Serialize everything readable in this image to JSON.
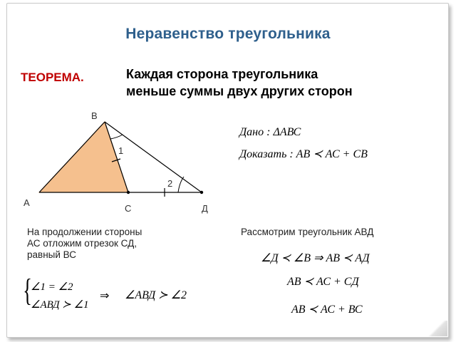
{
  "slide": {
    "title": "Неравенство треугольника",
    "theorem_label": "ТЕОРЕМА.",
    "theorem_line1": "Каждая сторона треугольника",
    "theorem_line2": "меньше суммы двух других сторон"
  },
  "figure": {
    "points": {
      "B": "В",
      "A": "А",
      "C": "С",
      "D": "Д"
    },
    "angle_labels": {
      "angle1": "1",
      "angle2": "2"
    },
    "colors": {
      "fill": "#f5c08e",
      "fill_edge": "#e8a566",
      "line": "#000000"
    }
  },
  "given": {
    "dano": "Дано : ΔАВС",
    "dokazat": "Доказать :  АВ ≺ АС + СВ"
  },
  "construction": {
    "line1": "На продолжении стороны",
    "line2": "АС отложим отрезок СД,",
    "line3": "равный ВС"
  },
  "system": {
    "line1": "∠1 = ∠2",
    "line2": "∠АВД ≻ ∠1",
    "arrow": "⇒",
    "result": "∠АВД ≻ ∠2"
  },
  "consider": {
    "text": "Рассмотрим треугольник АВД",
    "step1": "∠Д ≺ ∠В   ⇒   АВ ≺ АД",
    "step2": "АВ ≺ АС + СД",
    "step3": "АВ ≺ АС + ВС"
  }
}
